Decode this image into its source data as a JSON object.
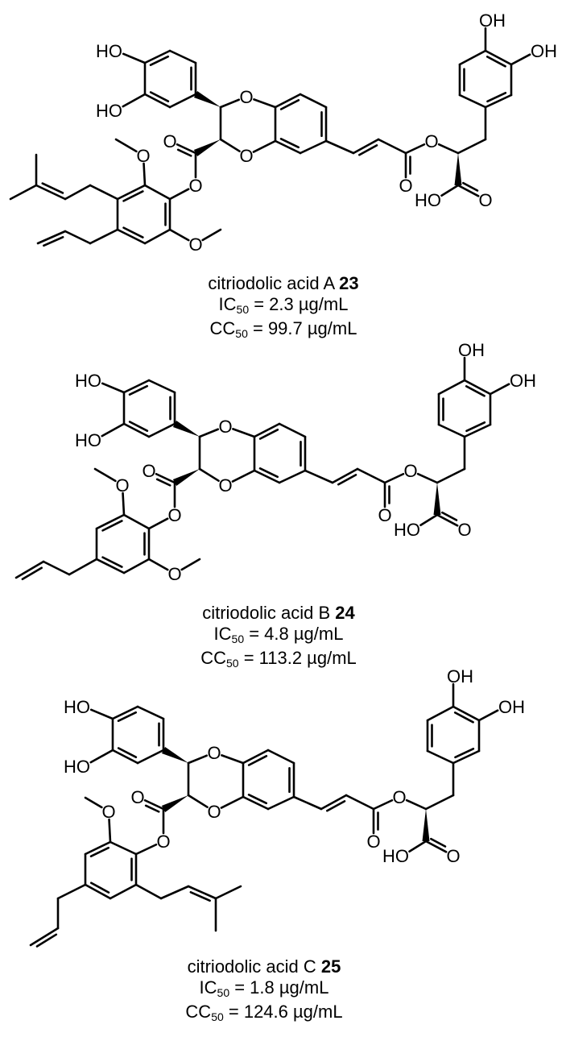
{
  "atom_symbols": {
    "oxygen": "O",
    "hydroxyl_left": "HO",
    "hydroxyl_right": "OH"
  },
  "compounds": [
    {
      "name": "citriodolic acid A",
      "number": "23",
      "ic50": {
        "prefix": "IC",
        "subscript": "50",
        "text": " = 2.3 µg/mL"
      },
      "cc50": {
        "prefix": "CC",
        "subscript": "50",
        "text": " = 99.7 µg/mL"
      },
      "substituents": [
        "prenyl",
        "allyl",
        "dimethoxy"
      ]
    },
    {
      "name": "citriodolic acid B",
      "number": "24",
      "ic50": {
        "prefix": "IC",
        "subscript": "50",
        "text": " = 4.8 µg/mL"
      },
      "cc50": {
        "prefix": "CC",
        "subscript": "50",
        "text": " = 113.2 µg/mL"
      },
      "substituents": [
        "allyl",
        "dimethoxy"
      ]
    },
    {
      "name": "citriodolic acid C",
      "number": "25",
      "ic50": {
        "prefix": "IC",
        "subscript": "50",
        "text": " = 1.8 µg/mL"
      },
      "cc50": {
        "prefix": "CC",
        "subscript": "50",
        "text": " = 124.6 µg/mL"
      },
      "substituents": [
        "allyl",
        "prenyl",
        "monomethoxy"
      ]
    }
  ]
}
